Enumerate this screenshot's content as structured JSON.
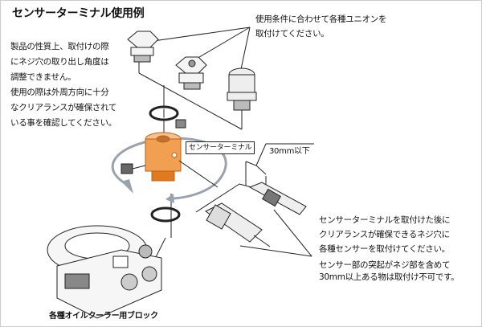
{
  "title": "センサーターミナル使用例",
  "left_note": [
    "製品の性質上、取付けの際",
    "にネジ穴の取り出し角度は",
    "調整できません。",
    "使用の際は外周方向に十分",
    "なクリアランスが確保されて",
    "いる事を確認してください。"
  ],
  "top_note": [
    "使用条件に合わせて各種ユニオンを",
    "取付けてください。"
  ],
  "terminal_label": "センサーターミナル",
  "dimension_label": "30mm以下",
  "sensor_note": [
    "センサーターミナルを取付けた後に",
    "クリアランスが確保できるネジ穴に",
    "各種センサーを取付けてください。"
  ],
  "warning_note": [
    "センサー部の突起がネジ部を含めて",
    "30mm以上ある物は取付け不可です。"
  ],
  "block_label": "各種オイルクーラー用ブロック",
  "colors": {
    "terminal": "#f0a050",
    "terminal_dark": "#e07a20",
    "line": "#222222",
    "arrow": "#9aa3ad"
  }
}
